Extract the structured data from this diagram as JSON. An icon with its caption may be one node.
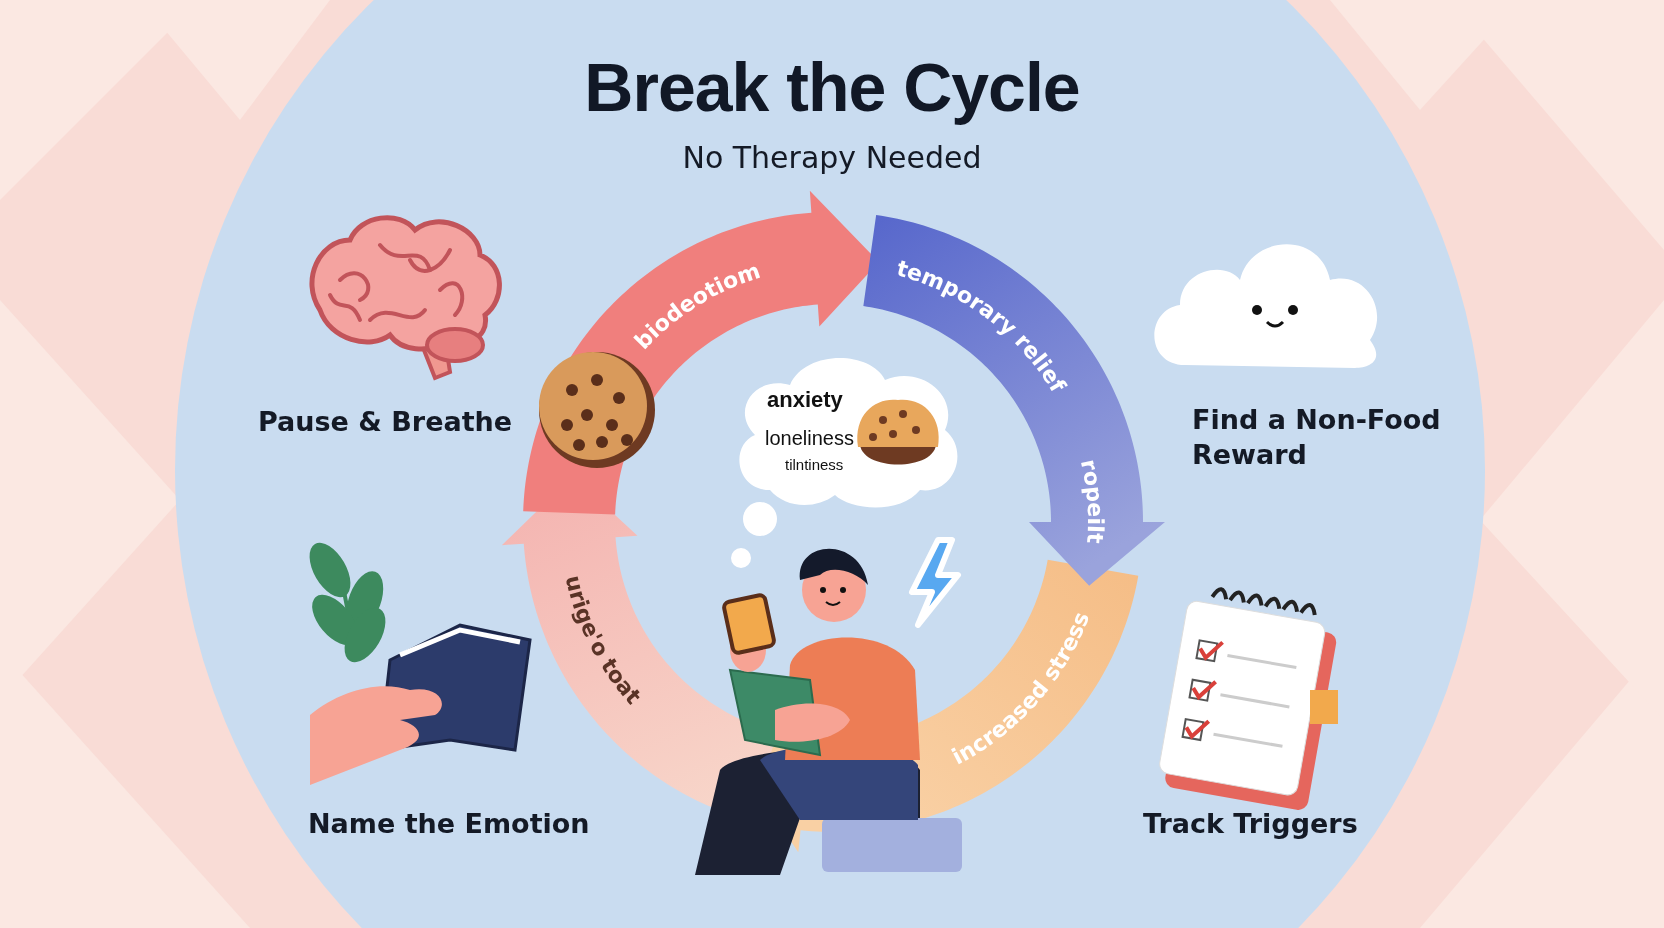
{
  "diagram": {
    "title": "Break the Cycle",
    "nodes": [
      {
        "text": [
          "anxiety",
          "loneliness",
          "tilntiness"
        ]
      }
    ],
    "labels": [
      "No Therapy Needed",
      "Pause & Breathe",
      "biodeotiom",
      "temporary relief",
      "Find a Non-Food Reward",
      "ropeilt",
      "urige'o toat",
      "increased stress",
      "Name the Emotion",
      "Track Triggers"
    ]
  }
}
